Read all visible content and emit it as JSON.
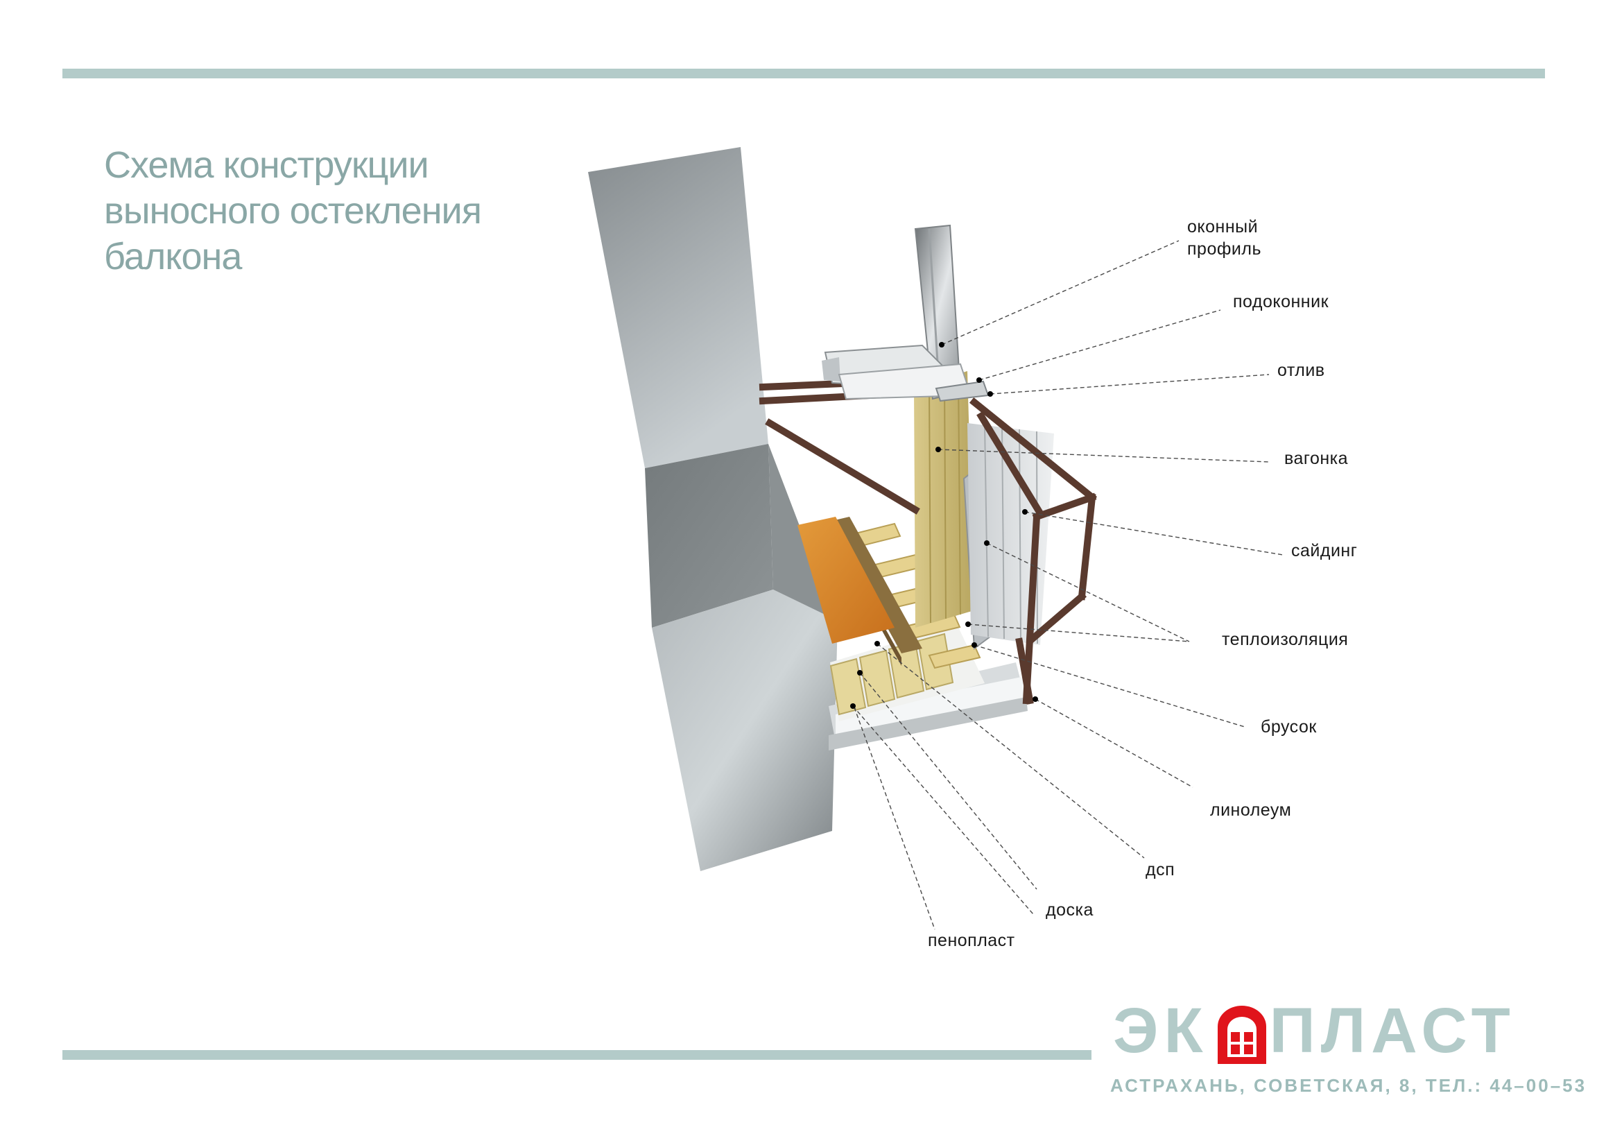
{
  "title": {
    "lines": [
      "Схема конструкции",
      "выносного остекления",
      "балкона"
    ]
  },
  "labels": {
    "profile_line1": "оконный",
    "profile_line2": "профиль",
    "sill": "подоконник",
    "drip": "отлив",
    "lining": "вагонка",
    "siding": "сайдинг",
    "insulation": "теплоизоляция",
    "bar": "брусок",
    "linoleum": "линолеум",
    "chipboard": "дсп",
    "board": "доска",
    "foam": "пенопласт"
  },
  "logo": {
    "left": "ЭК",
    "right": "ПЛАСТ",
    "address": "АСТРАХАНЬ, СОВЕТСКАЯ, 8, ТЕЛ.: 44–00–53"
  },
  "colors": {
    "accent": "#b3cbc9",
    "title": "#8aa7a6",
    "logo_red": "#e0141b"
  }
}
